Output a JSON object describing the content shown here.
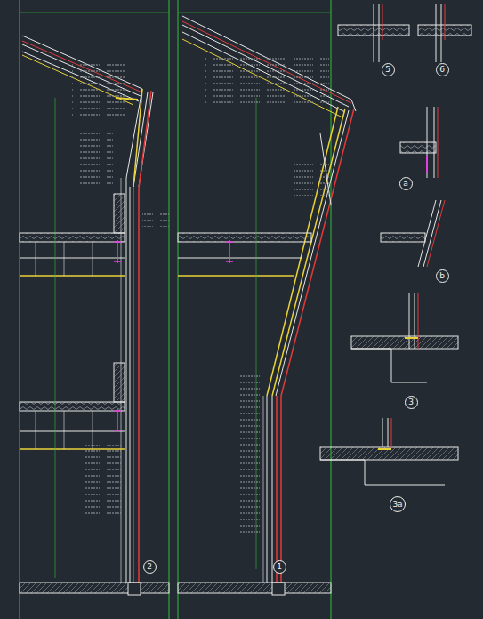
{
  "diagram": {
    "nodes": [
      {
        "text": [
          "5"
        ]
      },
      {
        "text": [
          "6"
        ]
      },
      {
        "text": [
          "a"
        ]
      },
      {
        "text": [
          "b"
        ]
      },
      {
        "text": [
          "3"
        ]
      },
      {
        "text": [
          "3a"
        ]
      },
      {
        "text": [
          "2"
        ]
      },
      {
        "text": [
          "1"
        ]
      }
    ]
  }
}
